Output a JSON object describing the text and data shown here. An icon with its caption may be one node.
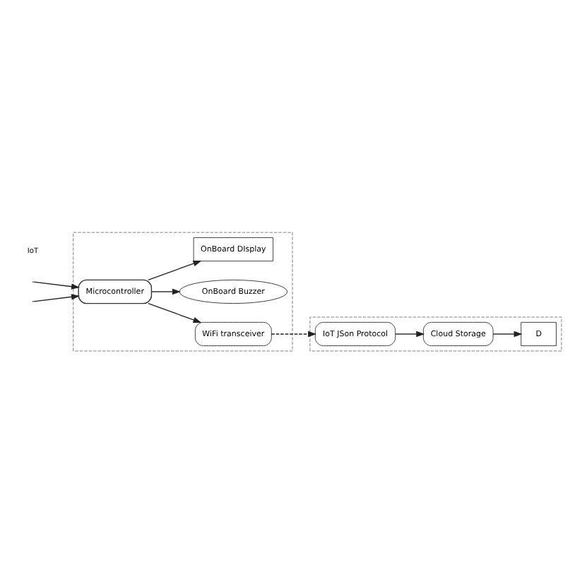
{
  "diagram": {
    "nodes": [
      {
        "text": [],
        "shape": "box"
      },
      {
        "text": [],
        "shape": "box"
      },
      {
        "text": [
          "Microcontroller"
        ],
        "in": 0
      },
      {
        "text": [
          "WiFi transceiver"
        ],
        "in": 0
      },
      {
        "text": [
          "OnBoard Buzzer"
        ],
        "in": 0
      },
      {
        "text": [
          "OnBoard DIsplay"
        ],
        "in": 0
      },
      {
        "text": [
          "IoT JSon Protocol"
        ],
        "in": 1
      },
      {
        "text": [
          "Cloud Storage"
        ],
        "in": 1
      },
      {
        "text": [
          "D"
        ],
        "in": 1
      }
    ],
    "edges": [
      {
        "from": null,
        "to": 2,
        "arrow": "to"
      },
      {
        "from": null,
        "to": 2,
        "arrow": "to"
      },
      {
        "from": 2,
        "to": 3,
        "arrow": "to"
      },
      {
        "from": 2,
        "to": 4,
        "arrow": "to"
      },
      {
        "from": 2,
        "to": 5,
        "arrow": "to"
      },
      {
        "from": 3,
        "to": 6,
        "arrow": "to",
        "style": "dashed"
      },
      {
        "from": 6,
        "to": 7,
        "arrow": "to"
      },
      {
        "from": 7,
        "to": 8,
        "arrow": "to"
      }
    ],
    "labels": [
      "IoT"
    ]
  }
}
